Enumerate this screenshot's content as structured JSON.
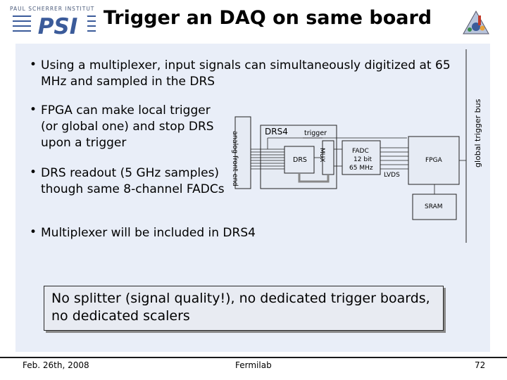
{
  "header": {
    "institute": "PAUL SCHERRER INSTITUT",
    "logo_text": "PSI",
    "title": "Trigger an DAQ on same board"
  },
  "bullets": [
    "Using a multiplexer, input signals can simultaneously digitized at 65 MHz and sampled in the DRS",
    "FPGA can make local trigger (or global one) and stop DRS upon a trigger",
    "DRS readout (5 GHz samples) though same 8-channel FADCs",
    "Multiplexer will be included in DRS4"
  ],
  "diagram": {
    "analog_front_end": "analog front end",
    "drs4": "DRS4",
    "trigger": "trigger",
    "drs": "DRS",
    "mux": "MUX",
    "fadc": "FADC",
    "fadc_bits": "12 bit",
    "fadc_rate": "65 MHz",
    "lvds": "LVDS",
    "fpga": "FPGA",
    "sram": "SRAM",
    "global_trigger_bus": "global trigger bus"
  },
  "callout": {
    "text": "No splitter (signal quality!), no dedicated trigger boards, no dedicated scalers"
  },
  "footer": {
    "date": "Feb. 26th, 2008",
    "venue": "Fermilab",
    "page": "72"
  },
  "colors": {
    "panel_bg": "#e9eef8",
    "box_fill": "#e6ebf4",
    "psi_blue": "#3b5b9a"
  }
}
